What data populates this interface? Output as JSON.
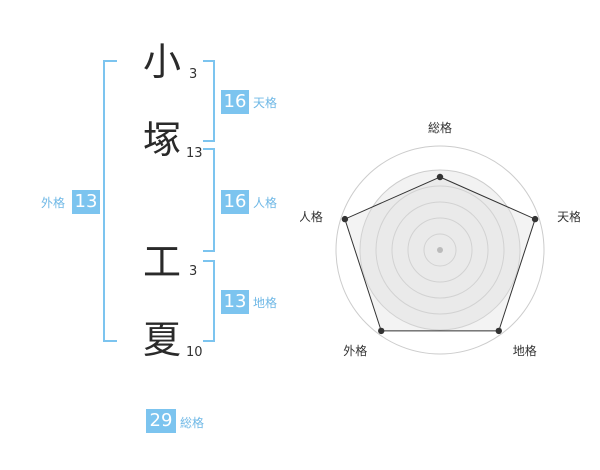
{
  "name": {
    "chars": [
      {
        "char": "小",
        "strokes": "3"
      },
      {
        "char": "塚",
        "strokes": "13"
      },
      {
        "char": "工",
        "strokes": "3"
      },
      {
        "char": "夏",
        "strokes": "10"
      }
    ]
  },
  "fortune": {
    "tenkaku": {
      "value": "16",
      "label": "天格"
    },
    "jinkaku": {
      "value": "16",
      "label": "人格"
    },
    "chikaku": {
      "value": "13",
      "label": "地格"
    },
    "gaikaku": {
      "value": "13",
      "label": "外格"
    },
    "soukaku": {
      "value": "29",
      "label": "総格"
    }
  },
  "chart_data": {
    "type": "radar",
    "axes": [
      "総格",
      "天格",
      "地格",
      "外格",
      "人格"
    ],
    "values": [
      0.73,
      1.0,
      1.0,
      1.0,
      1.0
    ],
    "range": [
      0,
      1
    ],
    "rings": 5,
    "colors": {
      "fill": "#f2f2f2",
      "ring": "#cccccc",
      "line": "#333333",
      "point": "#333333",
      "center": "#bbbbbb"
    }
  }
}
